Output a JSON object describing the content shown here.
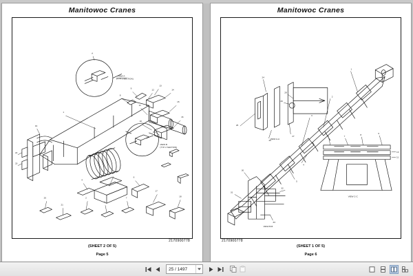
{
  "window": {
    "app": "pdf-viewer"
  },
  "pages": [
    {
      "id": "left",
      "header_title": "Manitowoc Cranes",
      "part_number": "2170900778",
      "sheet_label": "(SHEET 2 OF 5)",
      "page_label": "Page 5",
      "drawing_name": "boom-section-exploded-view"
    },
    {
      "id": "right",
      "header_title": "Manitowoc Cranes",
      "part_number": "2170900778",
      "sheet_label": "(SHEET 1 OF 5)",
      "page_label": "Page 6",
      "drawing_name": "boom-lattice-assembly-view"
    }
  ],
  "toolbar": {
    "first_page_label": "First Page",
    "previous_page_label": "Previous Page",
    "page_indicator": "25 / 1497",
    "dropdown_label": "Page list",
    "next_page_label": "Next Page",
    "last_page_label": "Last Page",
    "copy_label": "Copy",
    "paste_label": "Paste",
    "view_single_label": "Single Page View",
    "view_continuous_label": "Continuous View",
    "view_facing_label": "Facing Pages View",
    "view_cover_label": "Cover Page View",
    "active_view": "view_facing_label",
    "accent_color": "#c2d4ea"
  }
}
